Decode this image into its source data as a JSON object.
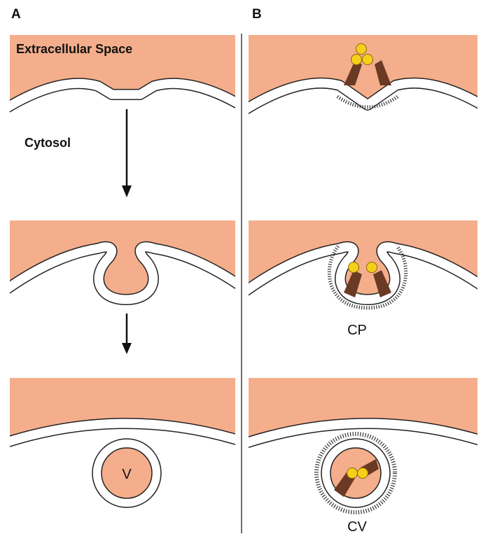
{
  "panels": {
    "a": {
      "letter": "A",
      "extracellular_label": "Extracellular Space",
      "cytosol_label": "Cytosol",
      "vesicle_label": "V"
    },
    "b": {
      "letter": "B",
      "coated_pit_label": "CP",
      "coated_vesicle_label": "CV"
    }
  },
  "colors": {
    "extracellular": "#F4AE8C",
    "membrane": "#FFFFFF",
    "receptor": "#6B3A24",
    "ligand": "#F5CF1C",
    "line": "#222222"
  }
}
